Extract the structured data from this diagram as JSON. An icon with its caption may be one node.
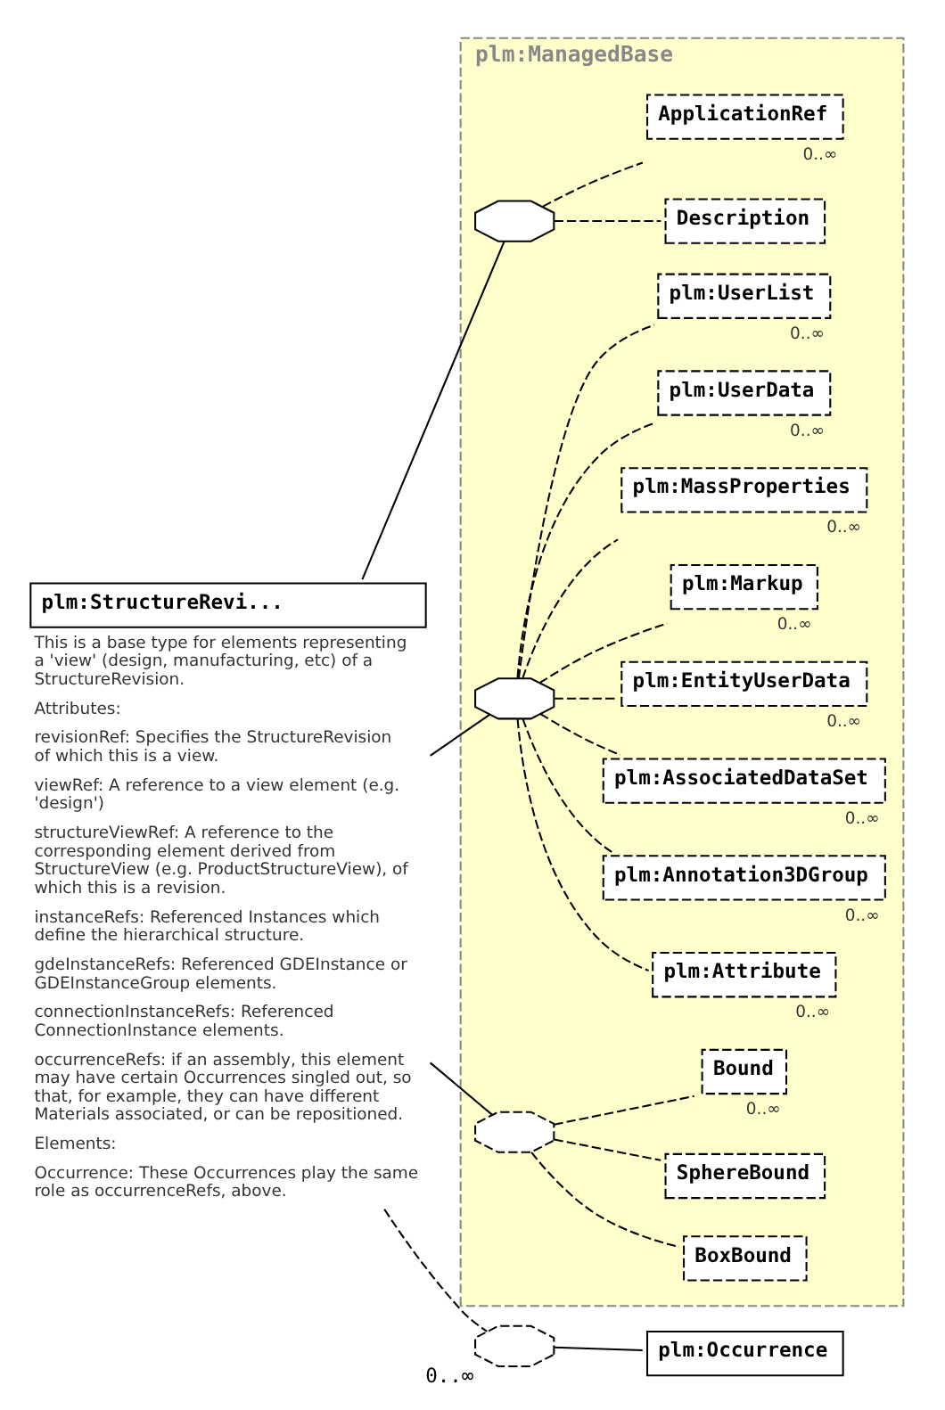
{
  "diagram": {
    "nodes": [
      {
        "text": [
          "plm:StructureRevi..."
        ],
        "beside": [
          "This is a base type for elements representing a 'view' (design, manufacturing, etc) of a StructureRevision.",
          "Attributes:",
          "revisionRef: Specifies the StructureRevision of which this is a view.",
          "viewRef: A reference to a view element (e.g. 'design')",
          "structureViewRef: A reference to the corresponding element derived from StructureView (e.g. ProductStructureView), of which this is a revision.",
          "instanceRefs: Referenced Instances which define the hierarchical structure.",
          "gdeInstanceRefs: Referenced GDEInstance or GDEInstanceGroup elements.",
          "connectionInstanceRefs: Referenced ConnectionInstance elements.",
          "occurrenceRefs: if an assembly, this element may have certain Occurrences singled out, so that, for example, they can have different Materials associated, or can be repositioned.",
          "Elements:",
          "Occurrence: These Occurrences play the same role as occurrenceRefs, above."
        ]
      },
      {
        "text": [
          "plm:ManagedBase"
        ]
      },
      {
        "text": [],
        "shape": "octagon",
        "in": 1
      },
      {
        "text": [
          "Description"
        ],
        "in": 1
      },
      {
        "text": [
          "ApplicationRef"
        ],
        "in": 1,
        "beside": [
          "0..∞"
        ]
      },
      {
        "text": [],
        "shape": "octagon",
        "in": 1
      },
      {
        "text": [
          "plm:Attribute"
        ],
        "in": 1,
        "beside": [
          "0..∞"
        ]
      },
      {
        "text": [
          "plm:Annotation3DGroup"
        ],
        "in": 1,
        "beside": [
          "0..∞"
        ]
      },
      {
        "text": [
          "plm:AssociatedDataSet"
        ],
        "in": 1,
        "beside": [
          "0..∞"
        ]
      },
      {
        "text": [
          "plm:EntityUserData"
        ],
        "in": 1,
        "beside": [
          "0..∞"
        ]
      },
      {
        "text": [
          "plm:Markup"
        ],
        "in": 1,
        "beside": [
          "0..∞"
        ]
      },
      {
        "text": [
          "plm:MassProperties"
        ],
        "in": 1,
        "beside": [
          "0..∞"
        ]
      },
      {
        "text": [
          "plm:UserData"
        ],
        "in": 1,
        "beside": [
          "0..∞"
        ]
      },
      {
        "text": [
          "plm:UserList"
        ],
        "in": 1,
        "beside": [
          "0..∞"
        ]
      },
      {
        "text": [],
        "shape": "octagon",
        "in": 1
      },
      {
        "text": [
          "BoxBound"
        ],
        "in": 1
      },
      {
        "text": [
          "SphereBound"
        ],
        "in": 1
      },
      {
        "text": [
          "Bound"
        ],
        "in": 1,
        "beside": [
          "0..∞"
        ]
      },
      {
        "text": [],
        "shape": "octagon",
        "beside": [
          "0..∞"
        ]
      },
      {
        "text": [
          "plm:Occurrence"
        ]
      }
    ],
    "edges": [
      {
        "from": 0,
        "to": 2,
        "arrow": "none"
      },
      {
        "from": 0,
        "to": 5,
        "arrow": "none"
      },
      {
        "from": 0,
        "to": 14,
        "arrow": "none"
      },
      {
        "from": 0,
        "to": 18,
        "arrow": "none",
        "style": "dashed"
      },
      {
        "from": 2,
        "to": 3,
        "arrow": "none",
        "style": "dashed"
      },
      {
        "from": 2,
        "to": 4,
        "arrow": "none",
        "style": "dashed"
      },
      {
        "from": 5,
        "to": 6,
        "arrow": "none",
        "style": "dashed"
      },
      {
        "from": 5,
        "to": 7,
        "arrow": "none",
        "style": "dashed"
      },
      {
        "from": 5,
        "to": 8,
        "arrow": "none",
        "style": "dashed"
      },
      {
        "from": 5,
        "to": 9,
        "arrow": "none",
        "style": "dashed"
      },
      {
        "from": 5,
        "to": 10,
        "arrow": "none",
        "style": "dashed"
      },
      {
        "from": 5,
        "to": 11,
        "arrow": "none",
        "style": "dashed"
      },
      {
        "from": 5,
        "to": 12,
        "arrow": "none",
        "style": "dashed"
      },
      {
        "from": 5,
        "to": 13,
        "arrow": "none",
        "style": "dashed"
      },
      {
        "from": 14,
        "to": 15,
        "arrow": "none",
        "style": "dashed"
      },
      {
        "from": 14,
        "to": 16,
        "arrow": "none",
        "style": "dashed"
      },
      {
        "from": 14,
        "to": 17,
        "arrow": "none",
        "style": "dashed"
      },
      {
        "from": 18,
        "to": 19,
        "arrow": "none"
      }
    ]
  }
}
